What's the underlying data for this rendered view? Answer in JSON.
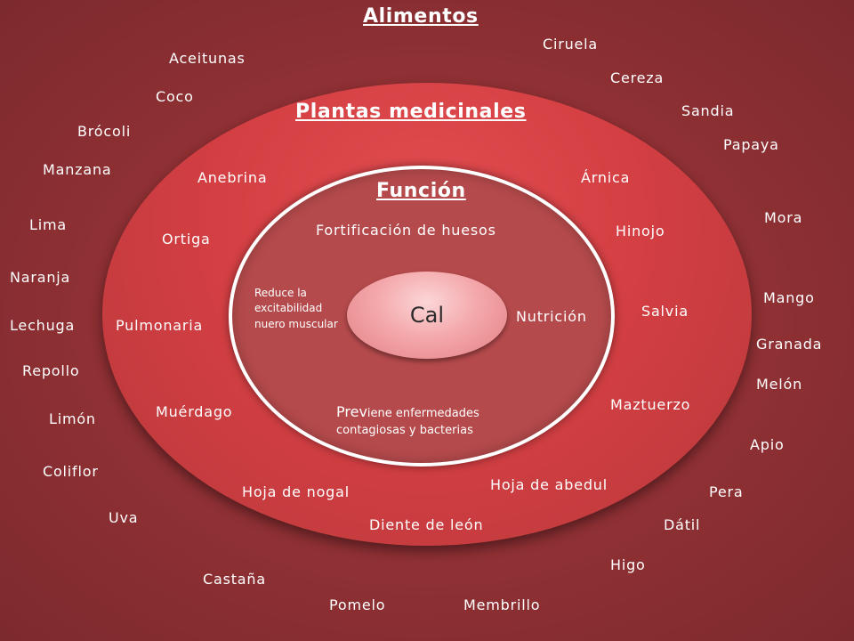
{
  "titles": {
    "alimentos": "Alimentos",
    "plantas": "Plantas medicinales",
    "funcion": "Función"
  },
  "core": {
    "label": "Cal"
  },
  "funcion_items": {
    "fortificacion": "Fortificación de huesos",
    "nutricion": "Nutrición",
    "reduce_1": "Reduce la",
    "reduce_2": "excitabilidad",
    "reduce_3": "nuero muscular",
    "previene_a": "Prev",
    "previene_b": "iene enfermedades",
    "previene_c": "contagiosas y bacterias"
  },
  "plantas": {
    "anebrina": "Anebrina",
    "arnica": "Árnica",
    "ortiga": "Ortiga",
    "hinojo": "Hinojo",
    "pulmonaria": "Pulmonaria",
    "salvia": "Salvia",
    "muerdago": "Muérdago",
    "maztuerzo": "Maztuerzo",
    "hoja_nogal": "Hoja de nogal",
    "hoja_abedul": "Hoja de  abedul",
    "diente_leon": "Diente de león"
  },
  "alimentos": {
    "aceitunas": "Aceitunas",
    "ciruela": "Ciruela",
    "cereza": "Cereza",
    "coco": "Coco",
    "sandia": "Sandia",
    "brocoli": "Brócoli",
    "papaya": "Papaya",
    "manzana": "Manzana",
    "mora": "Mora",
    "lima": "Lima",
    "naranja": "Naranja",
    "mango": "Mango",
    "lechuga": "Lechuga",
    "granada": "Granada",
    "repollo": "Repollo",
    "melon": "Melón",
    "limon": "Limón",
    "apio": "Apio",
    "coliflor": "Coliflor",
    "pera": "Pera",
    "uva": "Uva",
    "datil": "Dátil",
    "higo": "Higo",
    "castana": "Castaña",
    "pomelo": "Pomelo",
    "membrillo": "Membrillo"
  }
}
